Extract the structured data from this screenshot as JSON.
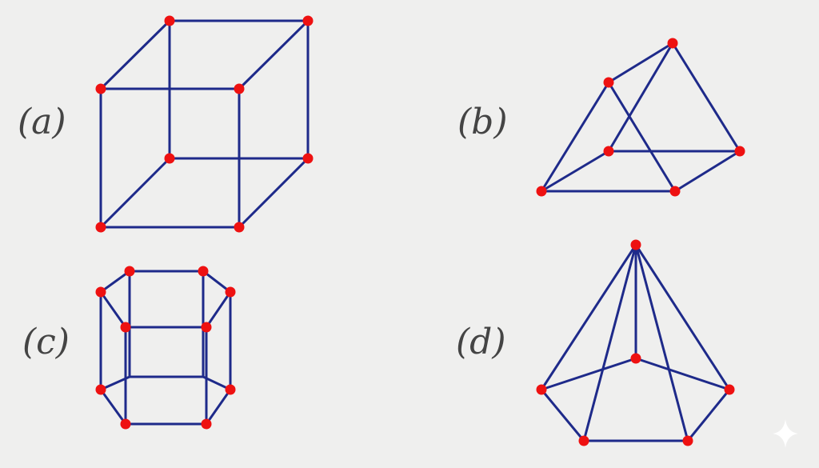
{
  "colors": {
    "background": "#efefee",
    "edge": "#1e2a8a",
    "vertex": "#ee1111",
    "label": "#444444"
  },
  "figures": [
    {
      "id": "a",
      "label": "(a)"
    },
    {
      "id": "b",
      "label": "(b)"
    },
    {
      "id": "c",
      "label": "(c)"
    },
    {
      "id": "d",
      "label": "(d)"
    }
  ],
  "watermark_icon": "sparkle-icon"
}
